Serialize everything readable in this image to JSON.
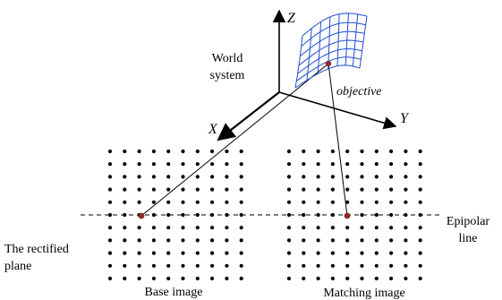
{
  "labels": {
    "z_axis": "Z",
    "x_axis": "X",
    "y_axis": "Y",
    "world_line1": "World",
    "world_line2": "system",
    "objective": "objective",
    "epipolar_line1": "Epipolar",
    "epipolar_line2": "line",
    "rectified_line1": "The rectified",
    "rectified_line2": "plane",
    "base_image": "Base image",
    "matching_image": "Matching image"
  },
  "colors": {
    "ink": "#000000",
    "surface_mesh": "#1f4fd1",
    "point": "#8b2b2b"
  }
}
